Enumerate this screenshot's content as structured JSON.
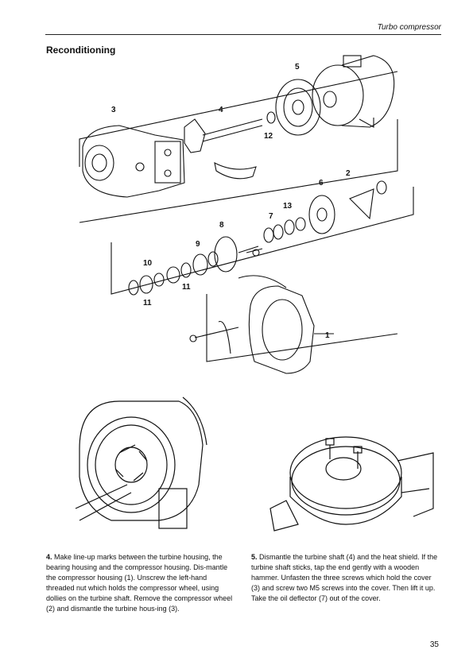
{
  "header": {
    "title": "Turbo compressor"
  },
  "section": {
    "title": "Reconditioning"
  },
  "diagram": {
    "callouts": [
      "1",
      "2",
      "3",
      "4",
      "5",
      "6",
      "7",
      "8",
      "9",
      "10",
      "11",
      "11",
      "12",
      "13"
    ]
  },
  "steps": [
    {
      "number": "4.",
      "text": "Make line-up marks between the turbine housing, the bearing housing and the compressor housing. Dis-mantle the compressor housing (1). Unscrew the left-hand threaded nut which holds the compressor wheel, using dollies on the turbine shaft. Remove the compressor wheel (2) and dismantle the turbine hous-ing (3)."
    },
    {
      "number": "5.",
      "text": "Dismantle the turbine shaft (4) and the heat shield. If the turbine shaft sticks, tap the end gently with a wooden hammer. Unfasten the three screws which hold the cover (3) and screw two M5 screws into the cover. Then lift it up. Take the oil deflector (7) out of the cover."
    }
  ],
  "page_number": "35"
}
